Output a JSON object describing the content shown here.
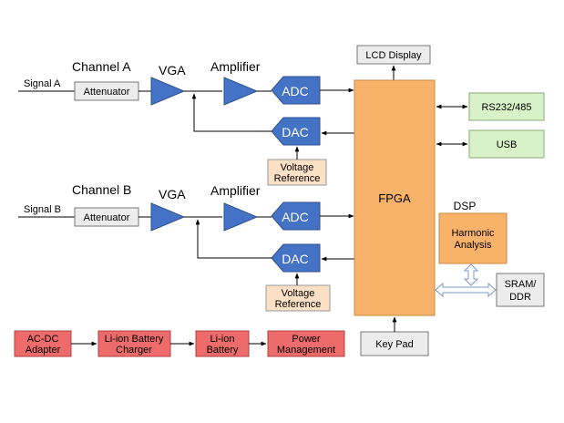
{
  "diagram": {
    "signals": {
      "a": "Signal  A",
      "b": "Signal  B"
    },
    "channels": {
      "a": "Channel A",
      "b": "Channel B"
    },
    "stage_labels": {
      "vga_a": "VGA",
      "amp_a": "Amplifier",
      "vga_b": "VGA",
      "amp_b": "Amplifier"
    },
    "blocks": {
      "attenuator_a": "Attenuator",
      "attenuator_b": "Attenuator",
      "adc_a": "ADC",
      "dac_a": "DAC",
      "adc_b": "ADC",
      "dac_b": "DAC",
      "vref_a": [
        "Voltage",
        "Reference"
      ],
      "vref_b": [
        "Voltage",
        "Reference"
      ],
      "lcd": "LCD Display",
      "fpga": "FPGA",
      "rs232": "RS232/485",
      "usb": "USB",
      "dsp_label": "DSP",
      "harmonic": [
        "Harmonic",
        "Analysis"
      ],
      "sram": [
        "SRAM/",
        "DDR"
      ],
      "keypad": "Key Pad",
      "acdc": [
        "AC-DC",
        "Adapter"
      ],
      "charger": [
        "Li-ion Battery",
        "Charger"
      ],
      "battery": [
        "Li-ion",
        "Battery"
      ],
      "power": [
        "Power",
        "Management"
      ]
    },
    "colors": {
      "blue": "#4472c4",
      "blue_edge": "#2f528f",
      "fpga": "#f9b26a",
      "peach": "#fbe0c5",
      "green": "#d8f2c8",
      "red": "#ee6b6b",
      "grey": "#ececec",
      "line": "#000000"
    }
  }
}
